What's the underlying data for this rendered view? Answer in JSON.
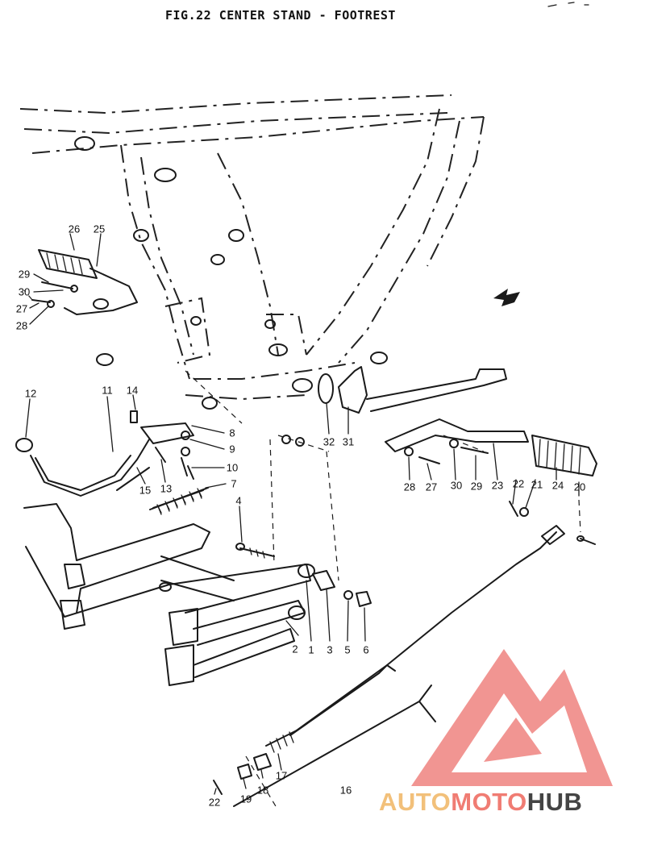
{
  "title": "FIG.22  CENTER STAND - FOOTREST",
  "watermark": {
    "part_a": "AUTO",
    "part_b": "MOTO",
    "part_c": "HUB",
    "colors": {
      "auto": "#f2c07a",
      "moto": "#f07c73",
      "hub": "#444444",
      "logo": "#f08a86"
    }
  },
  "callouts": {
    "c1": "1",
    "c2": "2",
    "c3": "3",
    "c4": "4",
    "c5": "5",
    "c6": "6",
    "c7": "7",
    "c8": "8",
    "c9": "9",
    "c10": "10",
    "c11": "11",
    "c12": "12",
    "c13": "13",
    "c14": "14",
    "c15": "15",
    "c16": "16",
    "c17": "17",
    "c18": "18",
    "c19": "19",
    "c20": "20",
    "c21": "21",
    "c22a": "22",
    "c22b": "22",
    "c23": "23",
    "c24": "24",
    "c25": "25",
    "c26": "26",
    "c27a": "27",
    "c27b": "27",
    "c28a": "28",
    "c28b": "28",
    "c29a": "29",
    "c29b": "29",
    "c30a": "30",
    "c30b": "30",
    "c31": "31",
    "c32": "32"
  }
}
